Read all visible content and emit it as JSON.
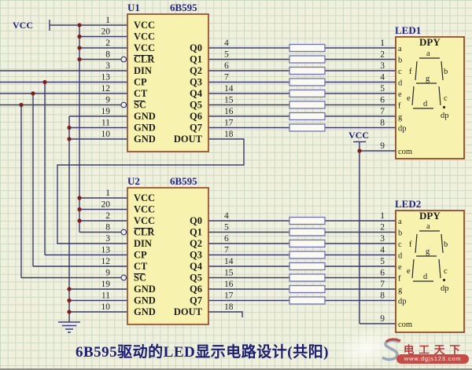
{
  "title": "6B595驱动的LED显示电路设计(共阳)",
  "power": {
    "vcc_label": "VCC"
  },
  "chips": [
    {
      "ref": "U1",
      "part": "6B595",
      "left_pins": [
        {
          "num": "1",
          "label": "VCC"
        },
        {
          "num": "20",
          "label": "VCC"
        },
        {
          "num": "2",
          "label": "VCC"
        },
        {
          "num": "8",
          "label": "CLR",
          "active_low": true
        },
        {
          "num": "3",
          "label": "DIN"
        },
        {
          "num": "13",
          "label": "CP"
        },
        {
          "num": "12",
          "label": "CT"
        },
        {
          "num": "9",
          "label": "SC",
          "active_low": true
        },
        {
          "num": "19",
          "label": "GND"
        },
        {
          "num": "11",
          "label": "GND"
        },
        {
          "num": "10",
          "label": "GND"
        }
      ],
      "right_pins": [
        {
          "num": "4",
          "label": "Q0"
        },
        {
          "num": "5",
          "label": "Q1"
        },
        {
          "num": "6",
          "label": "Q2"
        },
        {
          "num": "7",
          "label": "Q3"
        },
        {
          "num": "14",
          "label": "Q4"
        },
        {
          "num": "15",
          "label": "Q5"
        },
        {
          "num": "16",
          "label": "Q6"
        },
        {
          "num": "17",
          "label": "Q7"
        },
        {
          "num": "18",
          "label": "DOUT"
        }
      ]
    },
    {
      "ref": "U2",
      "part": "6B595",
      "left_pins": [
        {
          "num": "1",
          "label": "VCC"
        },
        {
          "num": "20",
          "label": "VCC"
        },
        {
          "num": "2",
          "label": "VCC"
        },
        {
          "num": "8",
          "label": "CLR",
          "active_low": true
        },
        {
          "num": "3",
          "label": "DIN"
        },
        {
          "num": "13",
          "label": "CP"
        },
        {
          "num": "12",
          "label": "CT"
        },
        {
          "num": "9",
          "label": "SC",
          "active_low": true
        },
        {
          "num": "19",
          "label": "GND"
        },
        {
          "num": "11",
          "label": "GND"
        },
        {
          "num": "10",
          "label": "GND"
        }
      ],
      "right_pins": [
        {
          "num": "4",
          "label": "Q0"
        },
        {
          "num": "5",
          "label": "Q1"
        },
        {
          "num": "6",
          "label": "Q2"
        },
        {
          "num": "7",
          "label": "Q3"
        },
        {
          "num": "14",
          "label": "Q4"
        },
        {
          "num": "15",
          "label": "Q5"
        },
        {
          "num": "16",
          "label": "Q6"
        },
        {
          "num": "17",
          "label": "Q7"
        },
        {
          "num": "18",
          "label": "DOUT"
        }
      ]
    }
  ],
  "displays": [
    {
      "ref": "LED1",
      "part": "DPY",
      "pins": [
        {
          "num": "1",
          "label": "a"
        },
        {
          "num": "2",
          "label": "b"
        },
        {
          "num": "3",
          "label": "c"
        },
        {
          "num": "4",
          "label": "d"
        },
        {
          "num": "5",
          "label": "e"
        },
        {
          "num": "6",
          "label": "f"
        },
        {
          "num": "7",
          "label": "g"
        },
        {
          "num": "8",
          "label": "dp"
        },
        {
          "num": "9",
          "label": "com"
        }
      ],
      "segment_labels": {
        "a": "a",
        "b": "b",
        "c": "c",
        "d": "d",
        "e": "e",
        "f": "f",
        "g": "g",
        "dp": "dp"
      }
    },
    {
      "ref": "LED2",
      "part": "DPY",
      "pins": [
        {
          "num": "1",
          "label": "a"
        },
        {
          "num": "2",
          "label": "b"
        },
        {
          "num": "3",
          "label": "c"
        },
        {
          "num": "4",
          "label": "d"
        },
        {
          "num": "5",
          "label": "e"
        },
        {
          "num": "6",
          "label": "f"
        },
        {
          "num": "7",
          "label": "g"
        },
        {
          "num": "8",
          "label": "dp"
        },
        {
          "num": "9",
          "label": "com"
        }
      ],
      "segment_labels": {
        "a": "a",
        "b": "b",
        "c": "c",
        "d": "d",
        "e": "e",
        "f": "f",
        "g": "g",
        "dp": "dp"
      }
    }
  ],
  "resistor_banks": [
    {
      "count": 8
    },
    {
      "count": 8
    }
  ],
  "watermark": {
    "brand": "电工天下",
    "url": "www.dgjs123.com"
  },
  "colors": {
    "background": "#f0f1dc",
    "grid": "#cdd7c6",
    "wire": "#3a3a72",
    "chip_fill": "#f7f2ad",
    "chip_border": "#9a4a26",
    "junction_dot": "#7d1d1d",
    "resistor_outline": "#7070bd",
    "title_text": "#1b1b78",
    "watermark_red": "#c22f2f"
  }
}
